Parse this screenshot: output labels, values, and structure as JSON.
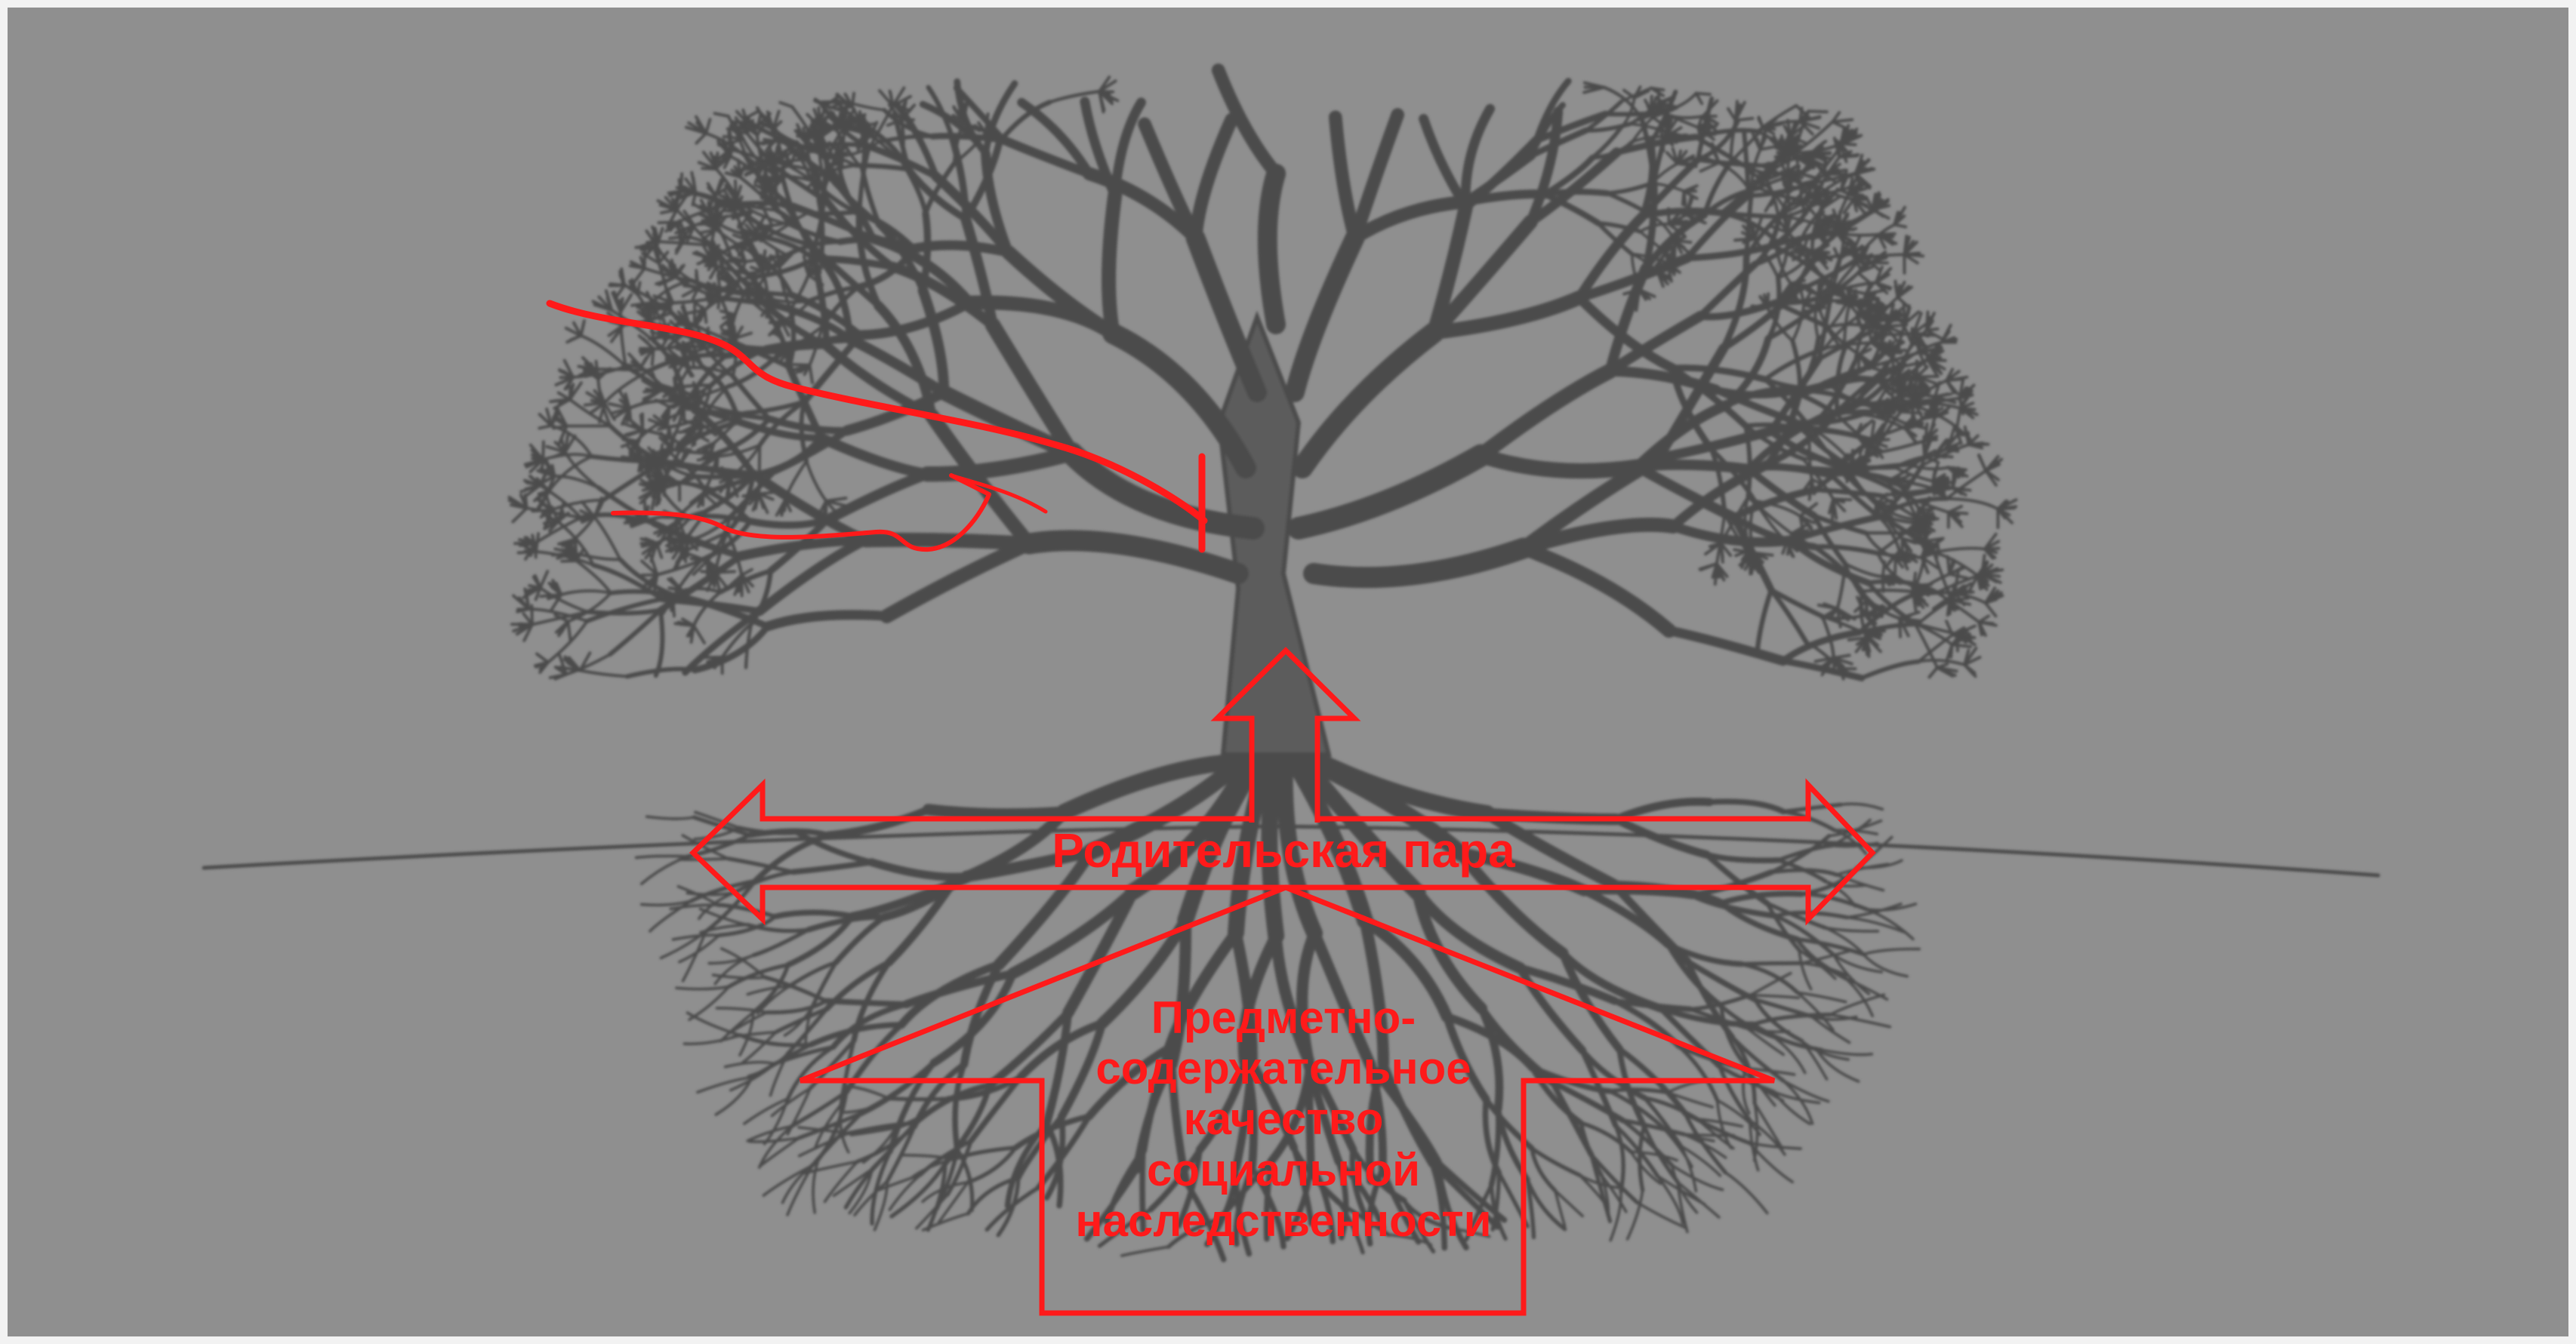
{
  "colors": {
    "background": "#8f8f8f",
    "frame": "#f2f2f2",
    "tree": "#4b4b4b",
    "accent": "#ff1a1a"
  },
  "icons": [
    "tree-illustration",
    "up-arrow-icon",
    "double-arrow-icon",
    "triangle-arrow-icon"
  ],
  "labels": {
    "parent_pair": "Родительская пара",
    "subject_quality": {
      "line1": "Предметно-",
      "line2": "содержательное",
      "line3": "качество",
      "line4": "социальной",
      "line5": "наследственности"
    }
  }
}
